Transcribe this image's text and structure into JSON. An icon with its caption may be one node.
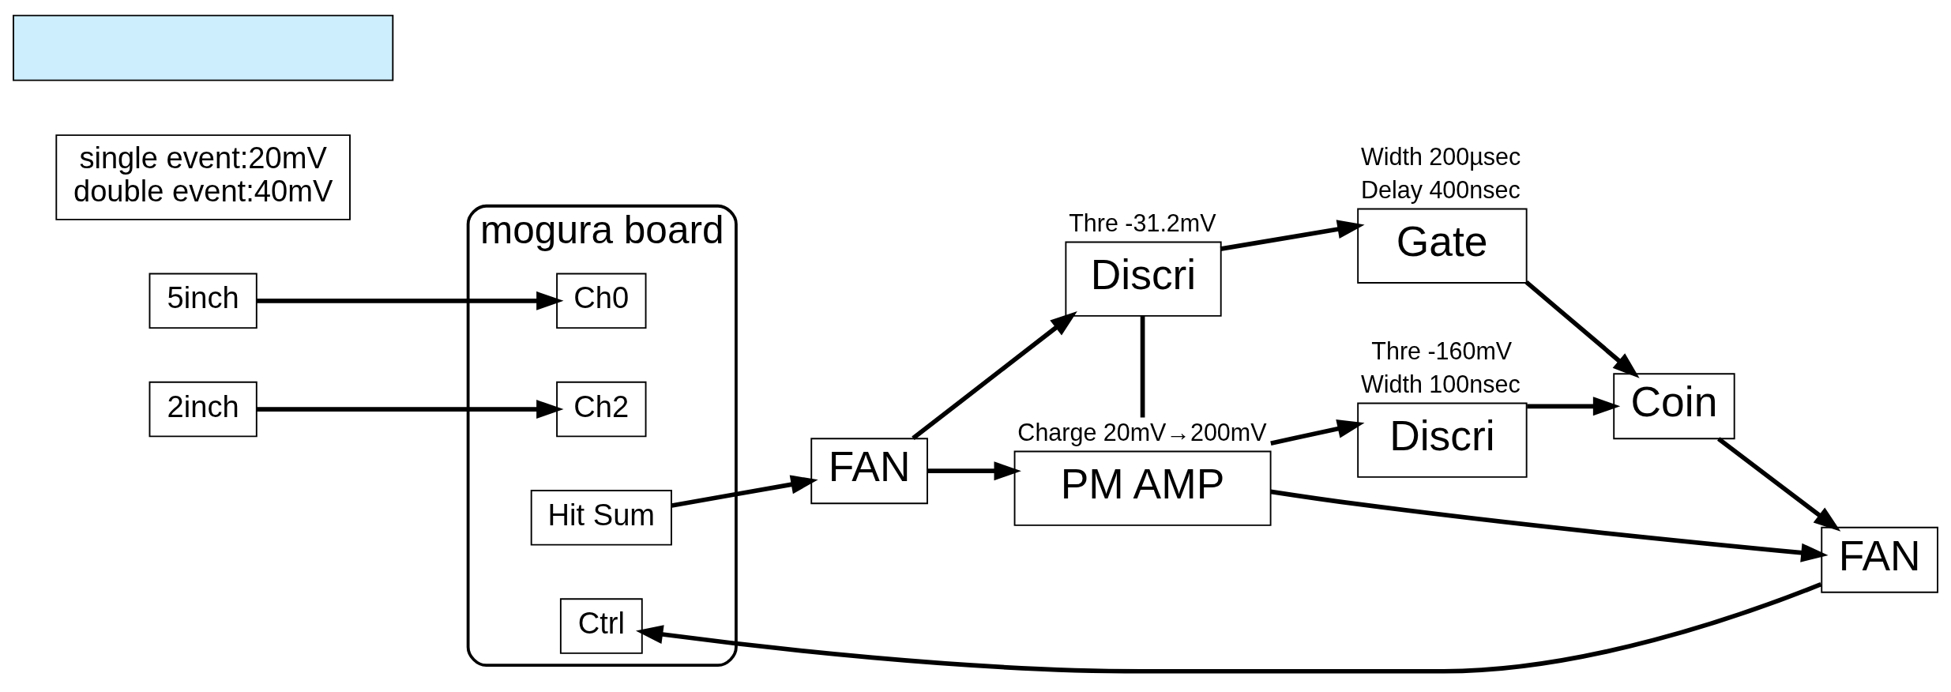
{
  "diagram": {
    "nodes": [
      {
        "text": [
          "mogura board"
        ]
      },
      {
        "text": [
          "Ch0"
        ],
        "in": 0
      },
      {
        "text": [
          "Ch2"
        ],
        "in": 0
      },
      {
        "text": [
          "Ctrl"
        ],
        "in": 0
      },
      {
        "text": [
          "Hit Sum"
        ],
        "in": 0
      },
      {
        "text": [
          "5inch"
        ]
      },
      {
        "text": [
          "2inch"
        ]
      },
      {
        "text": [
          "single event:20mV",
          "double event:40mV"
        ]
      },
      {
        "text": [
          "FAN"
        ]
      },
      {
        "text": [
          "Discri"
        ],
        "beside": [
          "Thre -31.2mV"
        ]
      },
      {
        "text": [
          "Gate"
        ],
        "beside": [
          "Width 200µsec",
          "Delay 400nsec"
        ]
      },
      {
        "text": [
          "PM AMP"
        ],
        "beside": [
          "Charge 20mV→200mV"
        ]
      },
      {
        "text": [
          "Discri"
        ],
        "beside": [
          "Thre -160mV",
          "Width 100nsec"
        ]
      },
      {
        "text": [
          "Coin"
        ]
      },
      {
        "text": [
          "FAN"
        ]
      },
      {
        "text": [],
        "shape": "box"
      }
    ],
    "edges": [
      {
        "from": 5,
        "to": 1,
        "arrow": "to"
      },
      {
        "from": 6,
        "to": 2,
        "arrow": "to"
      },
      {
        "from": 4,
        "to": 8,
        "arrow": "to"
      },
      {
        "from": 8,
        "to": 9,
        "arrow": "to"
      },
      {
        "from": 8,
        "to": 11,
        "arrow": "to"
      },
      {
        "from": 9,
        "to": 10,
        "arrow": "to"
      },
      {
        "from": 9,
        "to": 11,
        "arrow": "none"
      },
      {
        "from": 11,
        "to": 12,
        "arrow": "to"
      },
      {
        "from": 10,
        "to": 13,
        "arrow": "to"
      },
      {
        "from": 12,
        "to": 13,
        "arrow": "to"
      },
      {
        "from": 11,
        "to": 14,
        "arrow": "to"
      },
      {
        "from": 13,
        "to": 14,
        "arrow": "to"
      },
      {
        "from": 14,
        "to": 3,
        "arrow": "to"
      }
    ]
  }
}
